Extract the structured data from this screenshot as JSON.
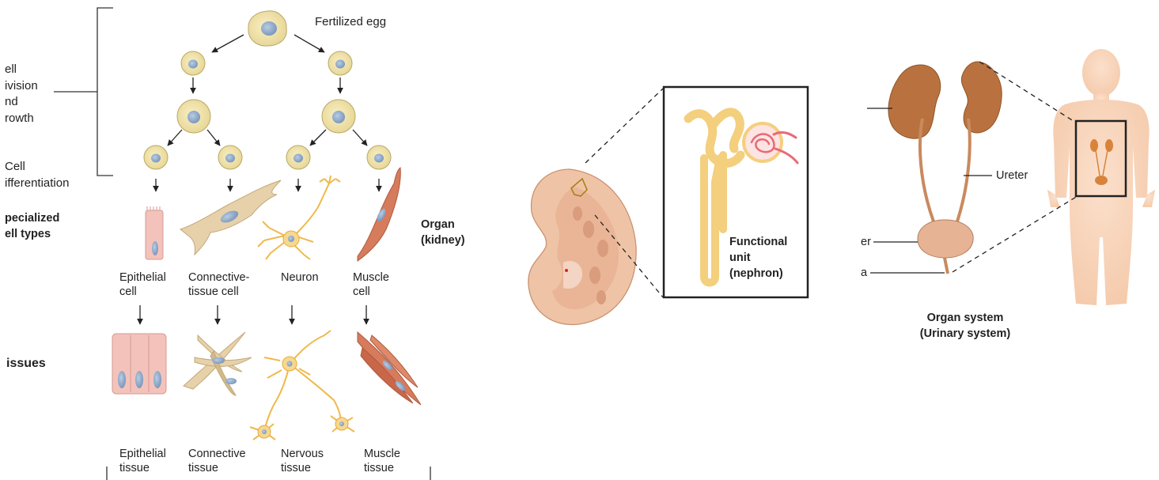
{
  "development": {
    "fertilized_egg": "Fertilized egg",
    "cell_division": [
      "ell",
      "ivision",
      "nd",
      "rowth"
    ],
    "cell_differentiation": [
      "Cell",
      "ifferentiation"
    ],
    "specialized_cell_types": [
      "pecialized",
      "ell types"
    ],
    "tissues_label": "issues"
  },
  "cell_types": [
    {
      "line1": "Epithelial",
      "line2": "cell"
    },
    {
      "line1": "Connective-",
      "line2": "tissue cell"
    },
    {
      "line1": "Neuron",
      "line2": ""
    },
    {
      "line1": "Muscle",
      "line2": "cell"
    }
  ],
  "tissues": [
    {
      "line1": "Epithelial",
      "line2": "tissue"
    },
    {
      "line1": "Connective",
      "line2": "tissue"
    },
    {
      "line1": "Nervous",
      "line2": "tissue"
    },
    {
      "line1": "Muscle",
      "line2": "tissue"
    }
  ],
  "organ": {
    "line1": "Organ",
    "line2": "(kidney)"
  },
  "nephron": {
    "line1": "Functional",
    "line2": "unit",
    "line3": "(nephron)"
  },
  "urinary": {
    "ureter": "Ureter",
    "bladder_fragment": "er",
    "urethra_fragment": "a",
    "title_line1": "Organ system",
    "title_line2": "(Urinary system)"
  }
}
